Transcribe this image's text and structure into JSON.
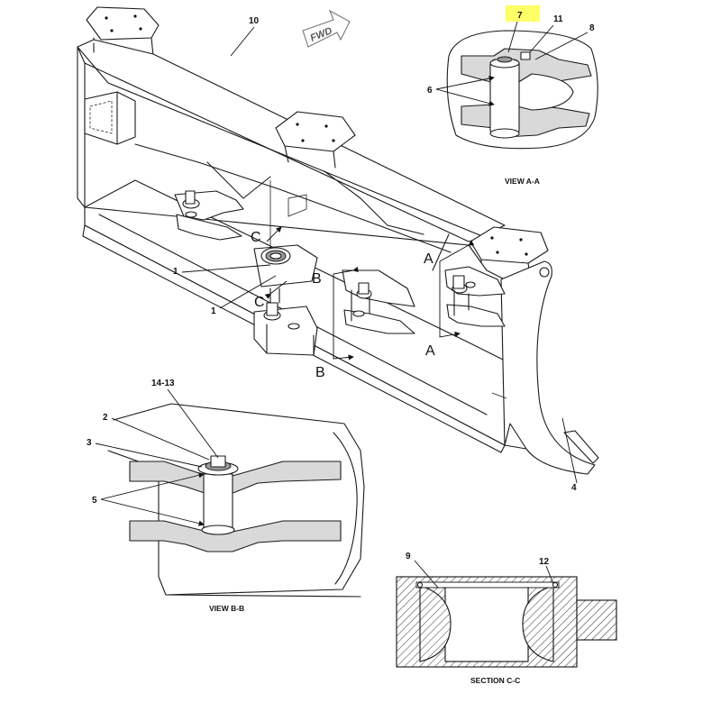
{
  "colors": {
    "highlight": "#ffff66",
    "ink": "#111111",
    "shade": "#d9d9d9"
  },
  "callouts": {
    "c10": "10",
    "c7": "7",
    "c11": "11",
    "c8": "8",
    "c6": "6",
    "c1a": "1",
    "c1b": "1",
    "c14_13": "14-13",
    "c2": "2",
    "c3": "3",
    "c5": "5",
    "c4": "4",
    "c9": "9",
    "c12": "12"
  },
  "views": {
    "view_aa": "VIEW A-A",
    "view_bb": "VIEW B-B",
    "section_cc": "SECTION C-C"
  },
  "section_markers": {
    "a_top": "A",
    "a_bottom": "A",
    "b_top": "B",
    "b_bottom": "B",
    "c_top": "C",
    "c_bottom": "C"
  },
  "direction": {
    "fwd": "FWD",
    "icon": "forward-arrow-icon"
  }
}
